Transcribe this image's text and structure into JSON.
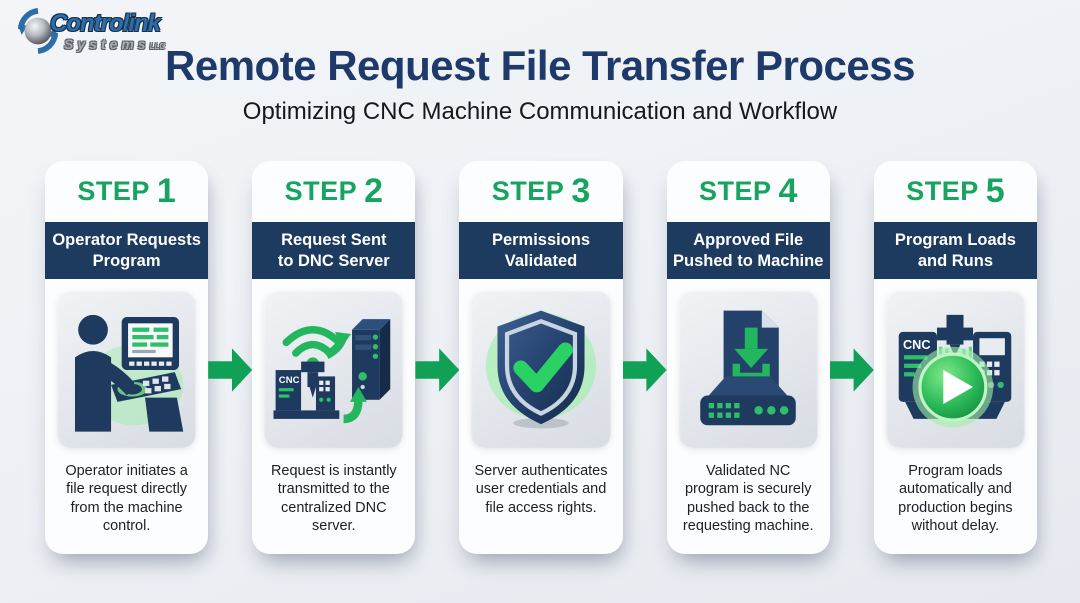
{
  "brand": {
    "name_primary": "Controlink",
    "name_secondary": "Systems",
    "name_suffix": "LLC",
    "logo_icon": "sphere-circular-arrows-icon"
  },
  "header": {
    "title": "Remote Request File Transfer Process",
    "subtitle": "Optimizing CNC Machine Communication and Workflow"
  },
  "colors": {
    "green": "#17a45e",
    "arrow-green": "#10a156",
    "navy": "#1d3a5f",
    "title-navy": "#1e3a6b",
    "bg1": "#f3f5f8",
    "bg2": "#e6e9ef"
  },
  "steps": [
    {
      "label_word": "STEP",
      "number": "1",
      "heading_line1": "Operator Requests",
      "heading_line2": "Program",
      "description": "Operator initiates a file request directly from the machine control.",
      "icon": "operator-control-panel-icon"
    },
    {
      "label_word": "STEP",
      "number": "2",
      "heading_line1": "Request Sent",
      "heading_line2": "to DNC Server",
      "description": "Request is instantly transmitted to the centralized DNC server.",
      "icon": "cnc-to-server-transfer-icon"
    },
    {
      "label_word": "STEP",
      "number": "3",
      "heading_line1": "Permissions",
      "heading_line2": "Validated",
      "description": "Server authenticates user credentials and file access rights.",
      "icon": "shield-check-icon"
    },
    {
      "label_word": "STEP",
      "number": "4",
      "heading_line1": "Approved File",
      "heading_line2": "Pushed to Machine",
      "description": "Validated NC program is securely pushed back to the requesting machine.",
      "icon": "file-download-to-machine-icon"
    },
    {
      "label_word": "STEP",
      "number": "5",
      "heading_line1": "Program Loads",
      "heading_line2": "and Runs",
      "description": "Program loads automatically and production begins without delay.",
      "icon": "cnc-play-icon"
    }
  ]
}
